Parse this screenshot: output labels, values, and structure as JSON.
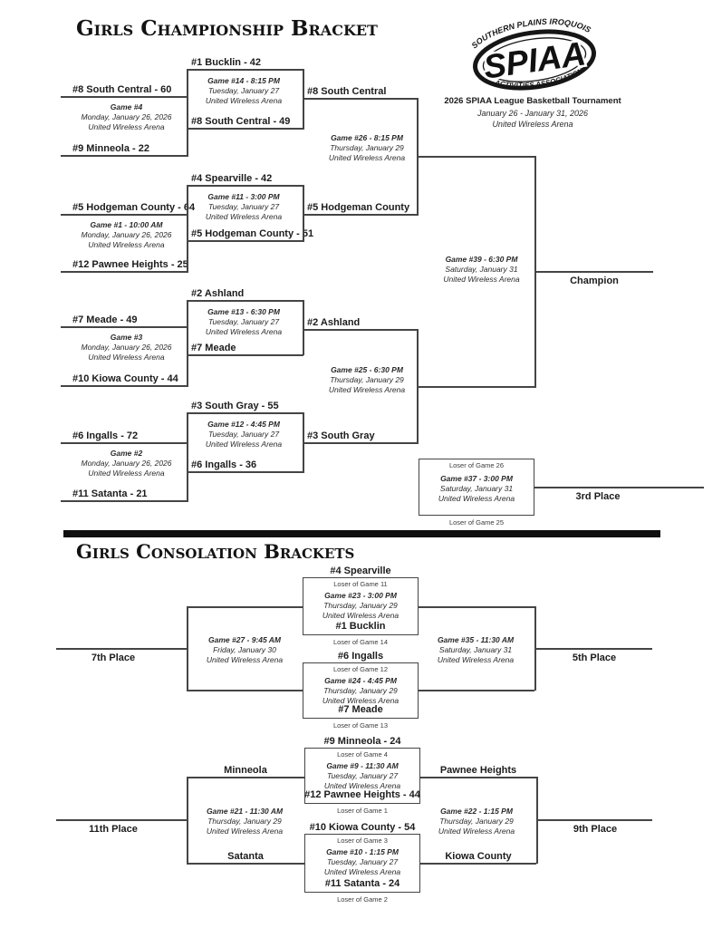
{
  "header": {
    "championship_title": "Girls Championship Bracket",
    "consolation_title": "Girls Consolation Brackets",
    "logo": {
      "arc_top": "SOUTHERN PLAINS IROQUOIS",
      "main": "SPIAA",
      "arc_bottom": "ACTIVITIES ASSOCIATION"
    },
    "event_title": "2026 SPIAA League Basketball Tournament",
    "event_dates": "January 26 - January 31, 2026",
    "event_venue": "United Wireless Arena"
  },
  "championship": {
    "round1": {
      "g4": {
        "top_team": "#8 South Central - 60",
        "bottom_team": "#9 Minneola - 22",
        "game": "Game #4",
        "date": "Monday, January 26, 2026",
        "venue": "United Wireless Arena"
      },
      "g1": {
        "top_team": "#5 Hodgeman County - 64",
        "bottom_team": "#12 Pawnee Heights - 25",
        "game": "Game #1 - 10:00 AM",
        "date": "Monday, January 26, 2026",
        "venue": "United Wireless Arena"
      },
      "g3": {
        "top_team": "#7 Meade - 49",
        "bottom_team": "#10 Kiowa County - 44",
        "game": "Game #3",
        "date": "Monday, January 26, 2026",
        "venue": "United Wireless Arena"
      },
      "g2": {
        "top_team": "#6 Ingalls - 72",
        "bottom_team": "#11 Satanta - 21",
        "game": "Game #2",
        "date": "Monday, January 26, 2026",
        "venue": "United Wireless Arena"
      }
    },
    "quarterfinals": {
      "g14": {
        "top_team": "#1 Bucklin - 42",
        "bottom_team": "#8 South Central - 49",
        "game": "Game #14 - 8:15 PM",
        "date": "Tuesday, January 27",
        "venue": "United Wireless Arena",
        "winner": "#8 South Central"
      },
      "g11": {
        "top_team": "#4 Spearville - 42",
        "bottom_team": "#5 Hodgeman County - 51",
        "game": "Game #11 - 3:00 PM",
        "date": "Tuesday, January 27",
        "venue": "United Wireless Arena",
        "winner": "#5 Hodgeman County"
      },
      "g13": {
        "top_team": "#2 Ashland",
        "bottom_team": "#7 Meade",
        "game": "Game #13 - 6:30 PM",
        "date": "Tuesday, January 27",
        "venue": "United Wireless Arena",
        "winner": "#2 Ashland"
      },
      "g12": {
        "top_team": "#3 South Gray - 55",
        "bottom_team": "#6 Ingalls - 36",
        "game": "Game #12 - 4:45 PM",
        "date": "Tuesday, January 27",
        "venue": "United Wireless Arena",
        "winner": "#3 South Gray"
      }
    },
    "semifinals": {
      "g26": {
        "game": "Game #26 - 8:15 PM",
        "date": "Thursday, January 29",
        "venue": "United Wireless Arena"
      },
      "g25": {
        "game": "Game #25 - 6:30 PM",
        "date": "Thursday, January 29",
        "venue": "United Wireless Arena"
      }
    },
    "final": {
      "game": "Game #39 - 6:30 PM",
      "date": "Saturday, January 31",
      "venue": "United Wireless Arena",
      "result_label": "Champion"
    },
    "third_place": {
      "top_team": "Loser of Game 26",
      "bottom_team": "Loser of Game 25",
      "game": "Game #37 - 3:00 PM",
      "date": "Saturday, January 31",
      "venue": "United Wireless Arena",
      "result_label": "3rd Place"
    }
  },
  "consolation": {
    "g23": {
      "top_team": "#4 Spearville",
      "top_note": "Loser of Game 11",
      "bottom_team": "#1 Bucklin",
      "bottom_note": "Loser of Game 14",
      "game": "Game #23 - 3:00 PM",
      "date": "Thursday, January 29",
      "venue": "United Wireless Arena"
    },
    "g24": {
      "top_team": "#6 Ingalls",
      "top_note": "Loser of Game 12",
      "bottom_team": "#7 Meade",
      "bottom_note": "Loser of Game 13",
      "game": "Game #24 - 4:45 PM",
      "date": "Thursday, January 29",
      "venue": "United Wireless Arena"
    },
    "g27": {
      "game": "Game #27 - 9:45 AM",
      "date": "Friday, January 30",
      "venue": "United Wireless Arena",
      "result_label": "7th Place"
    },
    "g35": {
      "game": "Game #35 - 11:30 AM",
      "date": "Saturday, January 31",
      "venue": "United Wireless Arena",
      "result_label": "5th Place"
    },
    "g9": {
      "top_team": "#9 Minneola - 24",
      "top_note": "Loser of Game 4",
      "bottom_team": "#12 Pawnee Heights - 44",
      "bottom_note": "Loser of Game 1",
      "game": "Game #9 - 11:30 AM",
      "date": "Tuesday, January 27",
      "venue": "United Wireless Arena",
      "winner": "Pawnee Heights"
    },
    "g10": {
      "top_team": "#10 Kiowa County - 54",
      "top_note": "Loser of Game 3",
      "bottom_team": "#11 Satanta - 24",
      "bottom_note": "Loser of Game 2",
      "game": "Game #10 - 1:15 PM",
      "date": "Tuesday, January 27",
      "venue": "United Wireless Arena",
      "winner": "Kiowa County"
    },
    "g21": {
      "top_team": "Minneola",
      "bottom_team": "Satanta",
      "game": "Game #21 - 11:30 AM",
      "date": "Thursday, January 29",
      "venue": "United Wireless Arena",
      "result_label": "11th Place"
    },
    "g22": {
      "game": "Game #22 - 1:15 PM",
      "date": "Thursday, January 29",
      "venue": "United Wireless Arena",
      "result_label": "9th Place"
    }
  }
}
